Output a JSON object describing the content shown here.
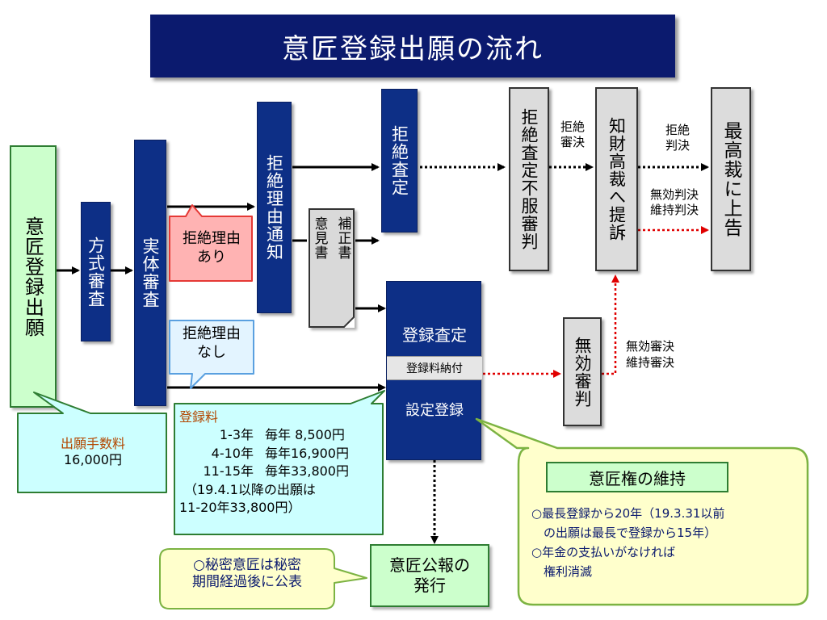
{
  "title": "意匠登録出願の流れ",
  "nodes": {
    "application": "意匠登録出願",
    "formal_exam": "方式審査",
    "substantive_exam": "実体審査",
    "rejection_notice": "拒絶理由通知",
    "opinion_doc": "意見書",
    "amendment_doc": "補正書",
    "rejection_decision": "拒絶査定",
    "appeal_rejection": "拒絶査定不服審判",
    "ip_high_court": "知財高裁へ提訴",
    "supreme_court": "最高裁に上告",
    "invalidation_trial": "無効審判",
    "publication": "意匠公報の発行",
    "registration": {
      "decision": "登録査定",
      "fee_payment": "登録料納付",
      "setting": "設定登録"
    }
  },
  "callouts": {
    "reason_yes": [
      "拒絶理由",
      "あり"
    ],
    "reason_no": [
      "拒絶理由",
      "なし"
    ],
    "app_fee": {
      "label": "出願手数料",
      "value": "16,000円"
    },
    "secret_design": [
      "○秘密意匠は秘密",
      "期間経過後に公表"
    ]
  },
  "edge_labels": {
    "rej_trial": [
      "拒絶",
      "審決"
    ],
    "rej_ruling": [
      "拒絶",
      "判決"
    ],
    "court_rulings": [
      "無効判決",
      "維持判決"
    ],
    "trial_decisions": [
      "無効審決",
      "維持審決"
    ]
  },
  "reg_fee": {
    "title": "登録料",
    "rows": [
      {
        "years": "1-3年",
        "amount": "毎年 8,500円"
      },
      {
        "years": "4-10年",
        "amount": "毎年16,900円"
      },
      {
        "years": "11-15年",
        "amount": "毎年33,800円"
      }
    ],
    "note": [
      "（19.4.1以降の出願は",
      "11-20年33,800円）"
    ]
  },
  "maintenance": {
    "title": "意匠権の維持",
    "lines": [
      "○最長登録から20年（19.3.31以前",
      "　の出願は最長で登録から15年）",
      "○年金の支払いがなければ",
      "　権利消滅"
    ]
  },
  "colors": {
    "navy": "#0d2f86",
    "title_bg": "#0b1a6e",
    "green_fill": "#ccffcc",
    "red_arrow": "#e00000",
    "fee_title": "#b34700"
  }
}
